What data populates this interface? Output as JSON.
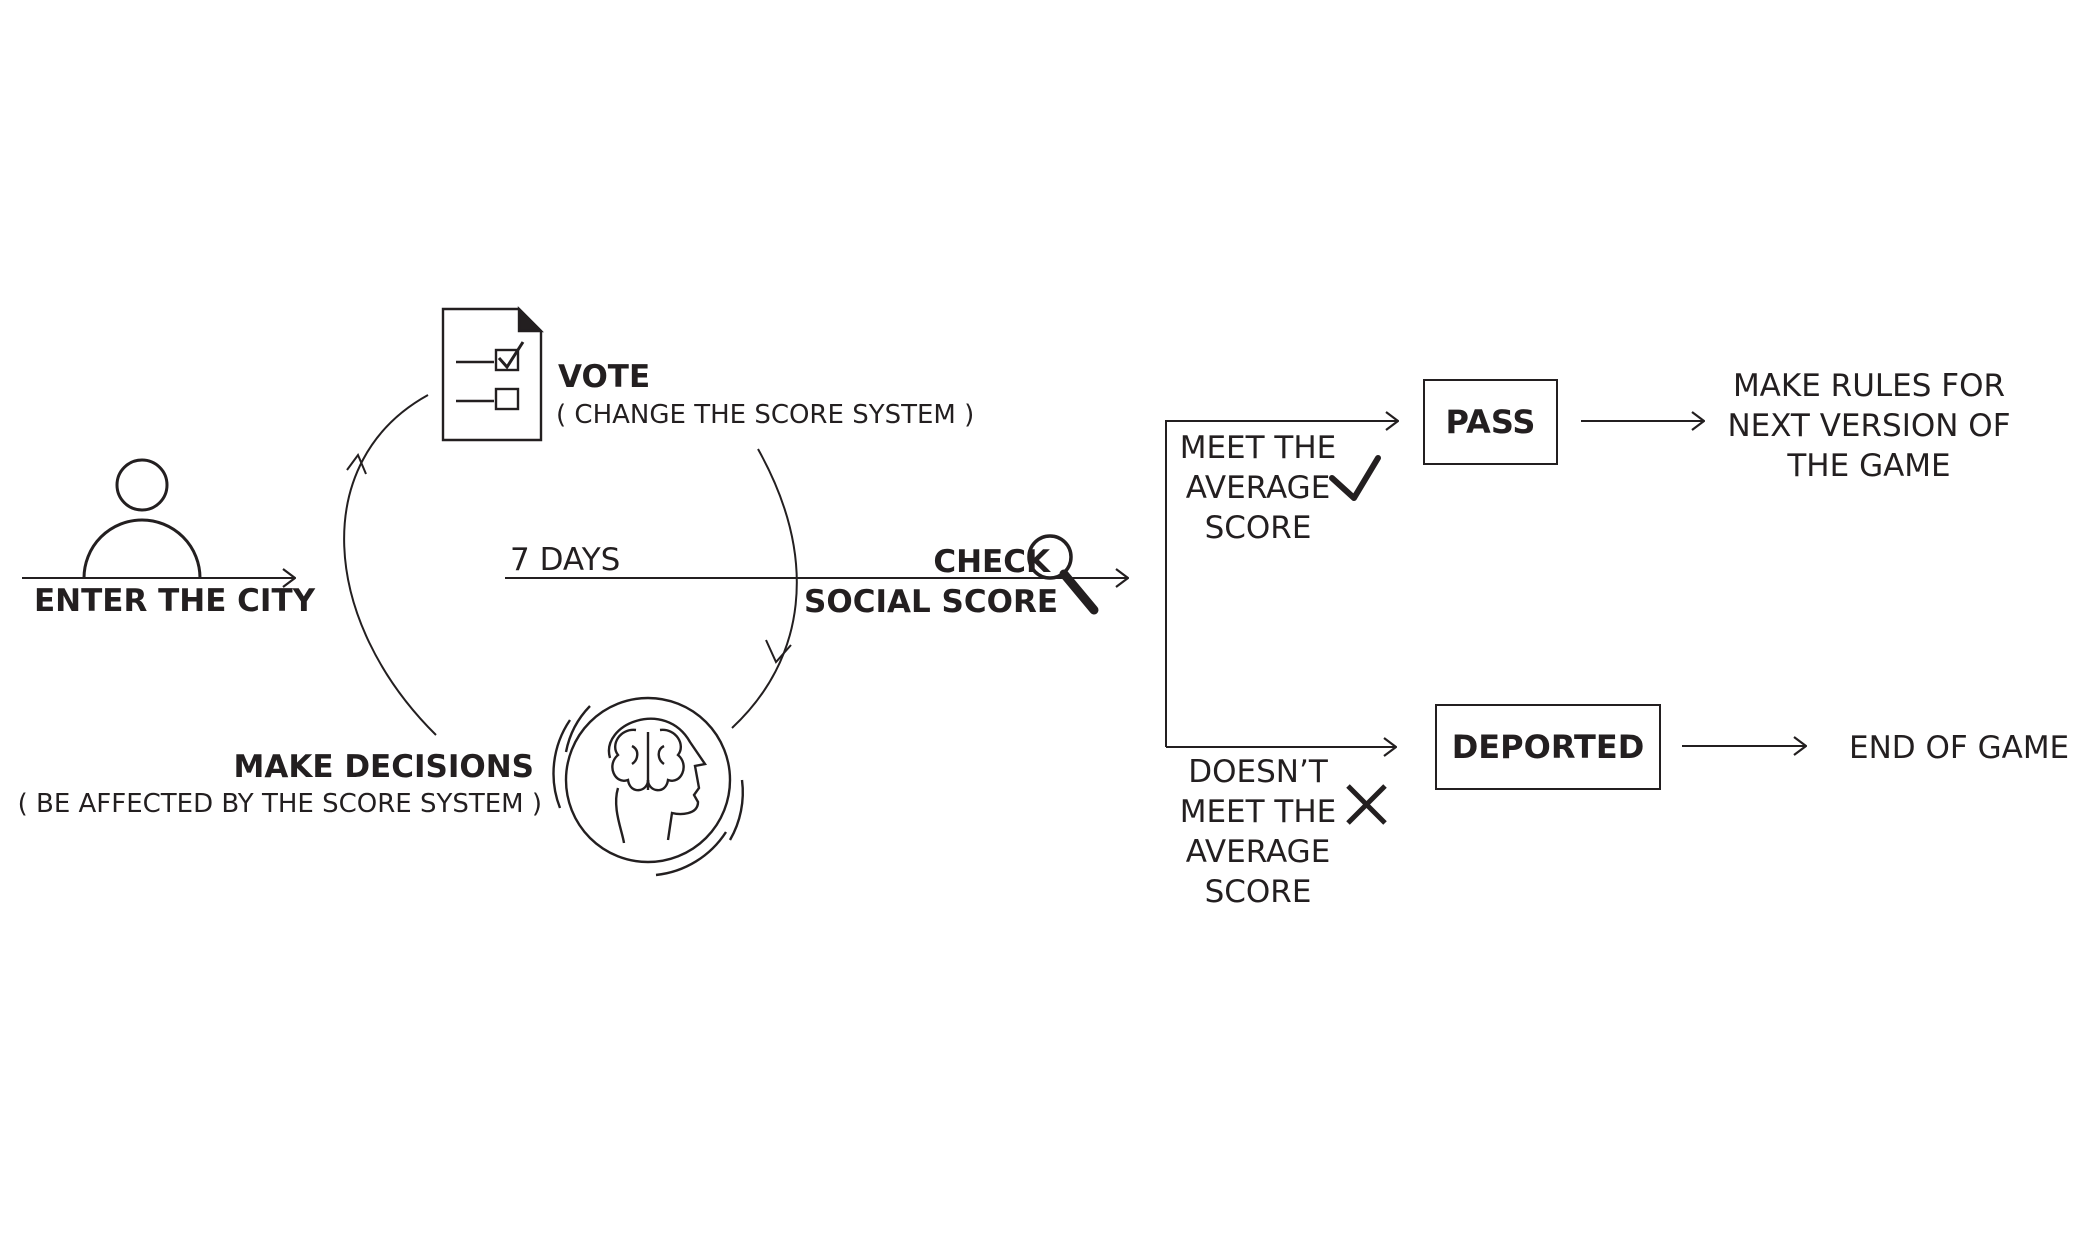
{
  "colors": {
    "ink": "#231f20",
    "background": "#ffffff"
  },
  "start": {
    "label": "ENTER THE CITY",
    "icon": "person-icon"
  },
  "vote": {
    "title": "VOTE",
    "subtitle": "( CHANGE  THE SCORE SYSTEM )",
    "icon": "ballot-checklist-icon"
  },
  "decisions": {
    "title": "MAKE DECISIONS",
    "subtitle": "( BE AFFECTED BY THE SCORE SYSTEM )",
    "icon": "head-brain-icon"
  },
  "timeline": {
    "label": "7 DAYS"
  },
  "check": {
    "line1": "CHECK",
    "line2": "SOCIAL SCORE",
    "icon": "magnifier-icon"
  },
  "pass_branch": {
    "condition": [
      "MEET THE",
      "AVERAGE",
      "SCORE"
    ],
    "condition_icon": "checkmark-icon",
    "box": "PASS",
    "result": [
      "MAKE RULES FOR",
      "NEXT VERSION OF",
      "THE GAME"
    ]
  },
  "fail_branch": {
    "condition": [
      "DOESN’T",
      "MEET THE",
      "AVERAGE",
      "SCORE"
    ],
    "condition_icon": "cross-icon",
    "box": "DEPORTED",
    "result": "END OF GAME"
  }
}
